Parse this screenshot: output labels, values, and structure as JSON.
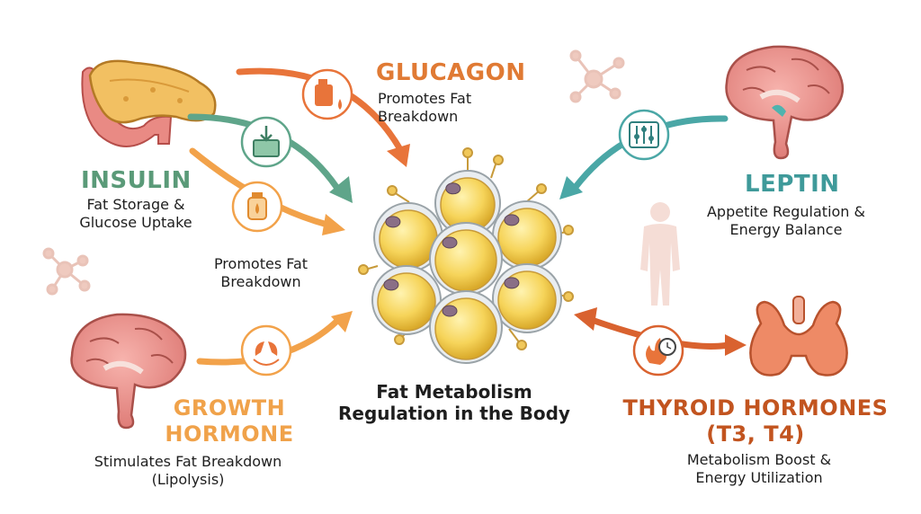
{
  "center": {
    "line1": "Fat Metabolism",
    "line2": "Regulation in the Body"
  },
  "insulin": {
    "name": "INSULIN",
    "desc1": "Fat Storage &",
    "desc2": "Glucose Uptake",
    "color": "#5a9a78"
  },
  "glucagon": {
    "name": "GLUCAGON",
    "desc1": "Promotes Fat",
    "desc2": "Breakdown",
    "color": "#e07a34"
  },
  "promotes": {
    "desc1": "Promotes Fat",
    "desc2": "Breakdown",
    "color": "#f0a24a"
  },
  "leptin": {
    "name": "LEPTIN",
    "desc1": "Appetite Regulation &",
    "desc2": "Energy Balance",
    "color": "#3f9a9a"
  },
  "growth": {
    "name1": "GROWTH",
    "name2": "HORMONE",
    "desc1": "Stimulates Fat Breakdown",
    "desc2": "(Lipolysis)",
    "color": "#f0a24a"
  },
  "thyroid": {
    "name1": "THYROID HORMONES",
    "name2": "(T3, T4)",
    "desc1": "Metabolism Boost &",
    "desc2": "Energy Utilization",
    "color": "#c2541f"
  },
  "icons": [
    "pancreas-icon",
    "brain-icon",
    "thyroid-icon",
    "fuel-can-icon",
    "storage-box-icon",
    "oil-bottle-icon",
    "sliders-icon",
    "split-cell-icon",
    "flame-clock-icon",
    "human-silhouette-icon",
    "molecule-icon"
  ]
}
